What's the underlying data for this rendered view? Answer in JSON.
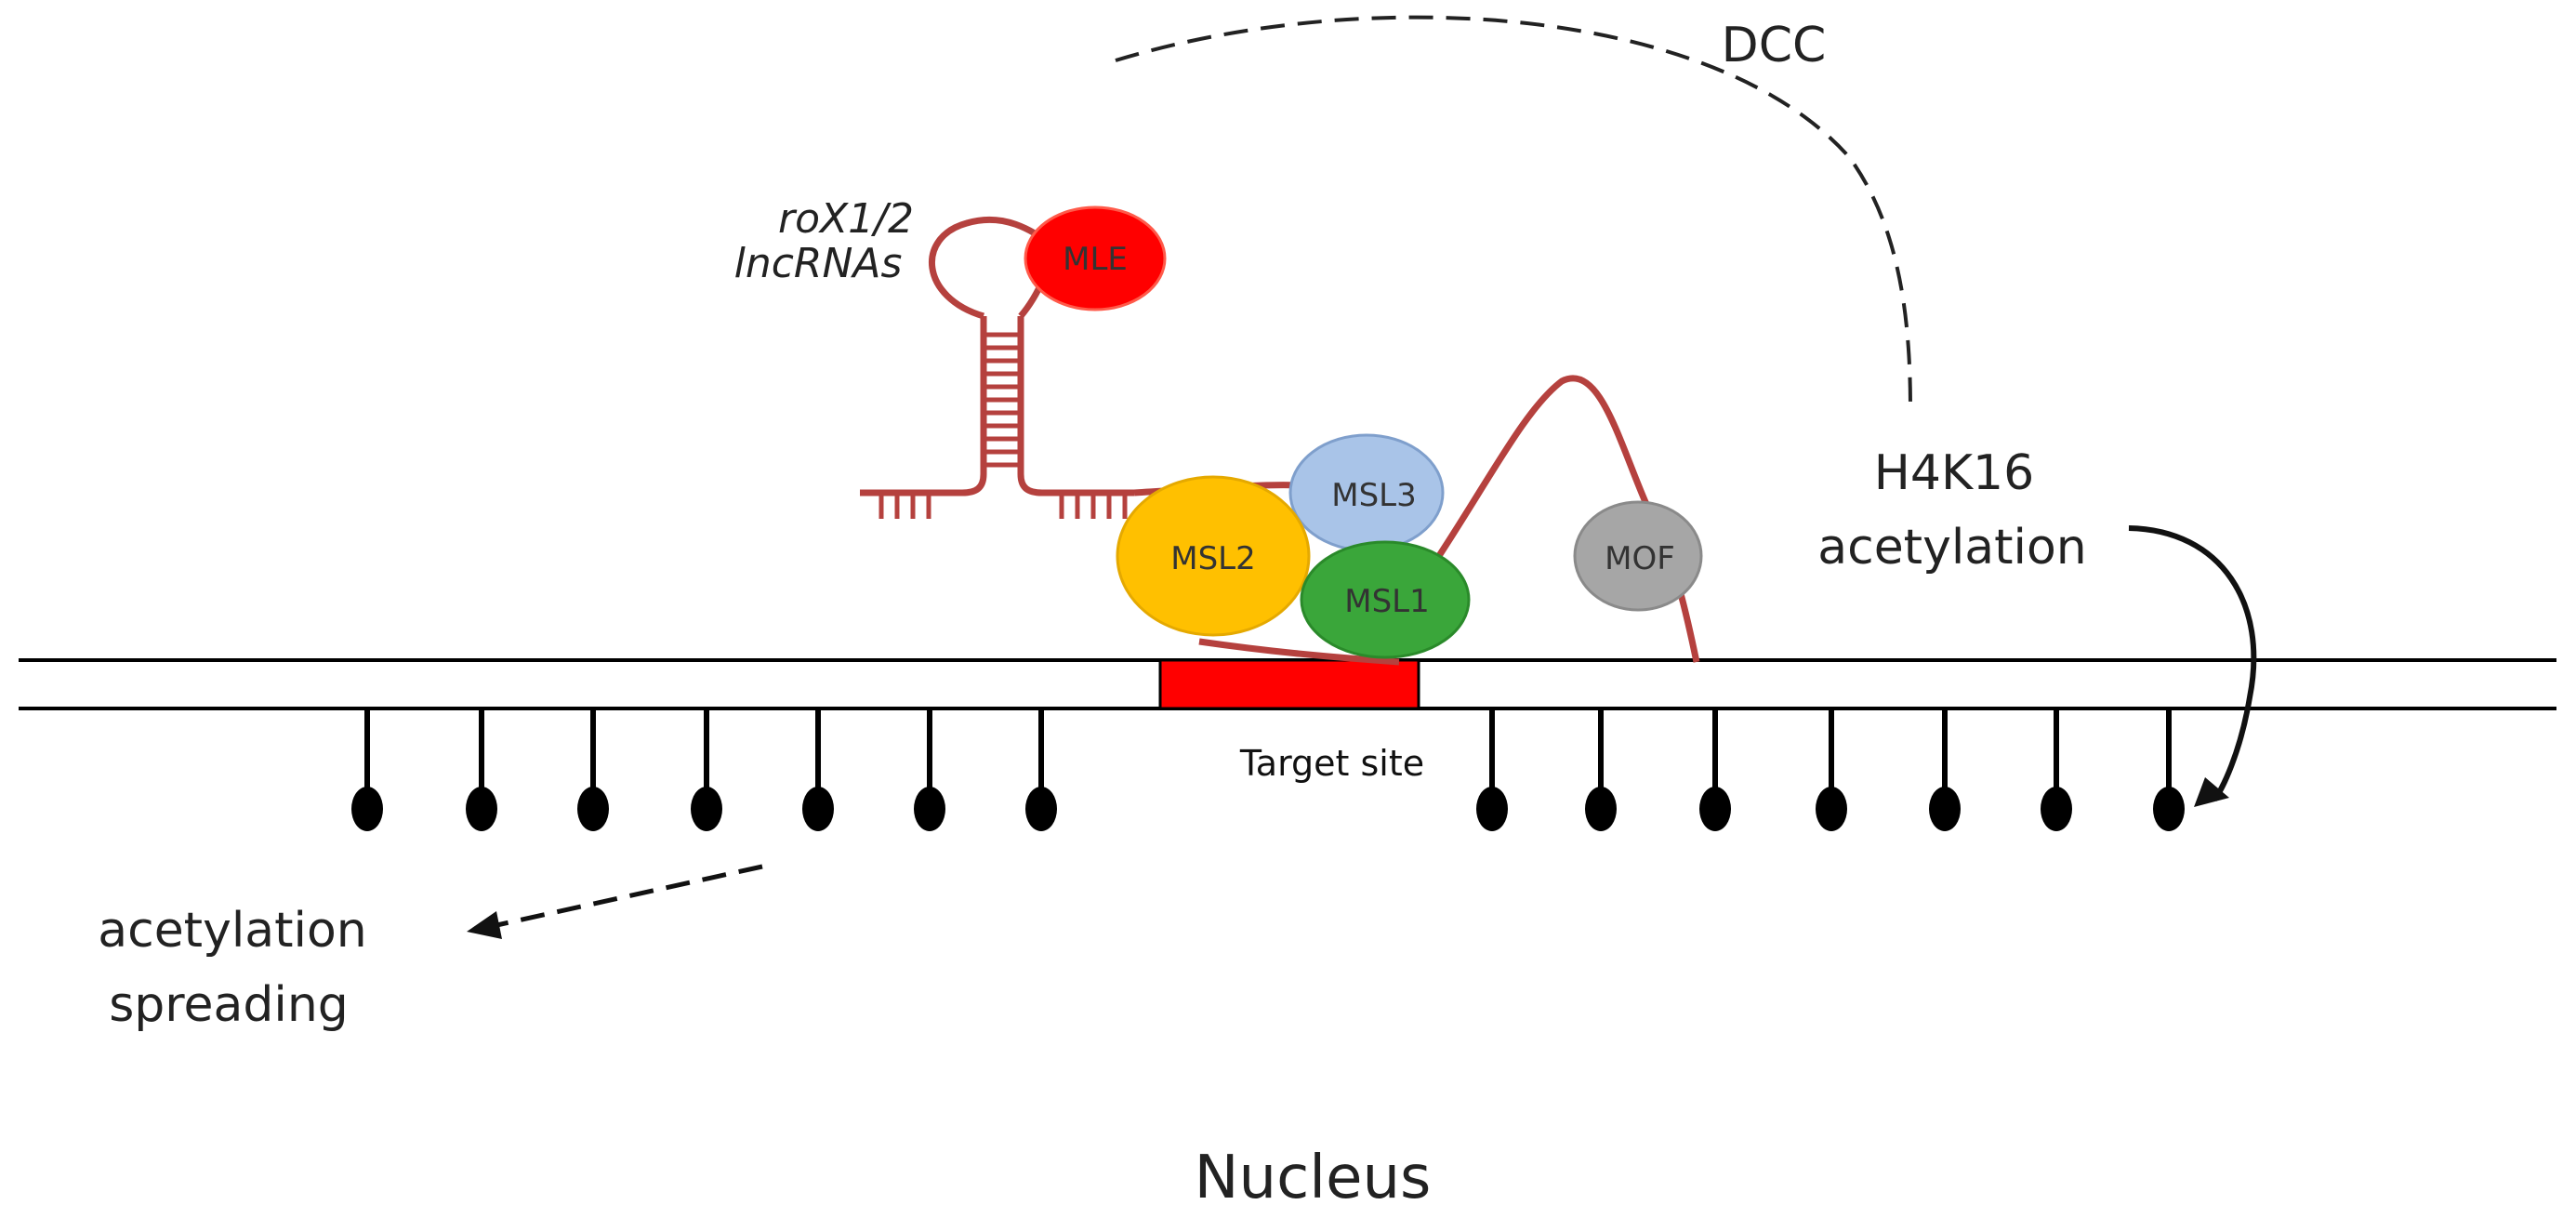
{
  "labels": {
    "dcc": "DCC",
    "rox": [
      "roX1/2",
      "lncRNAs"
    ],
    "h4k16": [
      "H4K16",
      "acetylation"
    ],
    "spreading": [
      "acetylation",
      "spreading"
    ],
    "target_site": "Target site",
    "nucleus": "Nucleus"
  },
  "proteins": {
    "mle": "MLE",
    "msl1": "MSL1",
    "msl2": "MSL2",
    "msl3": "MSL3",
    "mof": "MOF"
  },
  "colors": {
    "rna": "#b5413e",
    "mle": "#ff0000",
    "msl1": "#3aa63a",
    "msl2": "#ffc000",
    "msl3": "#a9c4e8",
    "mof": "#a6a6a6",
    "target_site": "#ff0000",
    "dna": "#000000"
  },
  "nucleosome_marks": {
    "left_count": 7,
    "right_count": 7
  }
}
